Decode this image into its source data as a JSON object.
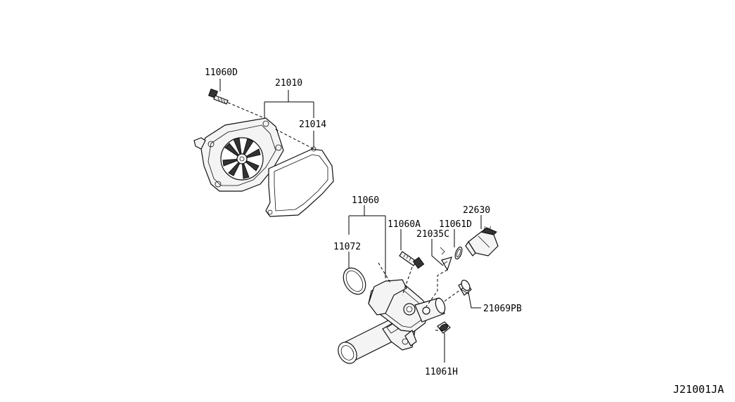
{
  "labels": {
    "p11060D": "11060D",
    "p21010": "21010",
    "p21014": "21014",
    "p11060": "11060",
    "p11072": "11072",
    "p11060A": "11060A",
    "p21035C": "21035C",
    "p11061D": "11061D",
    "p22630": "22630",
    "p21069PB": "21069PB",
    "p11061H": "11061H"
  },
  "reference_code": "J21001JA"
}
